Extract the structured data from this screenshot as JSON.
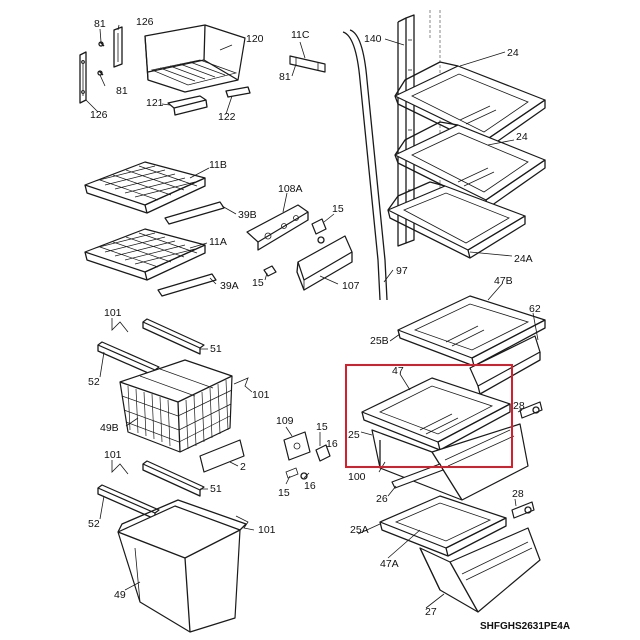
{
  "diagram": {
    "reference_code": "SHFGHS2631PE4A",
    "highlight_color": "#d81e2c",
    "labels": {
      "l81a": "81",
      "l126a": "126",
      "l120": "120",
      "l81b": "81",
      "l126b": "126",
      "l121": "121",
      "l122": "122",
      "l11c": "11C",
      "l81c": "81",
      "l140": "140",
      "l24a": "24",
      "l24b": "24",
      "l24c": "24A",
      "l11b": "11B",
      "l39b": "39B",
      "l108a": "108A",
      "l15a": "15",
      "l15b": "15",
      "l107": "107",
      "l97": "97",
      "l11a": "11A",
      "l39a": "39A",
      "l101a": "101",
      "l51a": "51",
      "l52a": "52",
      "l101b": "101",
      "l49b": "49B",
      "l2": "2",
      "l109": "109",
      "l15c": "15",
      "l16a": "16",
      "l15d": "15",
      "l16b": "16",
      "l101c": "101",
      "l51b": "51",
      "l52b": "52",
      "l101d": "101",
      "l49": "49",
      "l47b": "47B",
      "l62": "62",
      "l25b": "25B",
      "l47": "47",
      "l28a": "28",
      "l25": "25",
      "l100": "100",
      "l26": "26",
      "l28b": "28",
      "l25a": "25A",
      "l47a": "47A",
      "l27": "27"
    }
  }
}
